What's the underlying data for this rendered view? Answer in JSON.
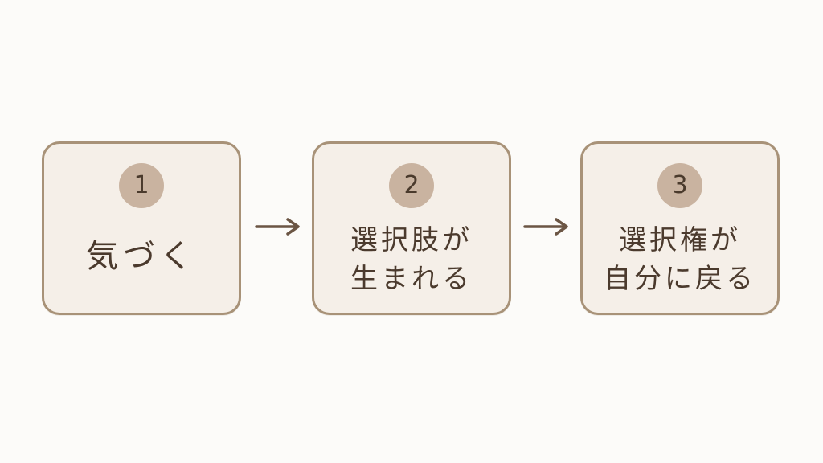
{
  "steps": [
    {
      "number": "1",
      "lines": [
        "気づく"
      ]
    },
    {
      "number": "2",
      "lines": [
        "選択肢が",
        "生まれる"
      ]
    },
    {
      "number": "3",
      "lines": [
        "選択権が",
        "自分に戻る"
      ]
    }
  ],
  "colors": {
    "background": "#fcfbf9",
    "box_fill": "#f5efe8",
    "box_border": "#a89278",
    "badge_fill": "#c9b3a0",
    "text": "#4b3a2d",
    "arrow": "#6b5544"
  },
  "icons": [
    "arrow-right-icon"
  ]
}
